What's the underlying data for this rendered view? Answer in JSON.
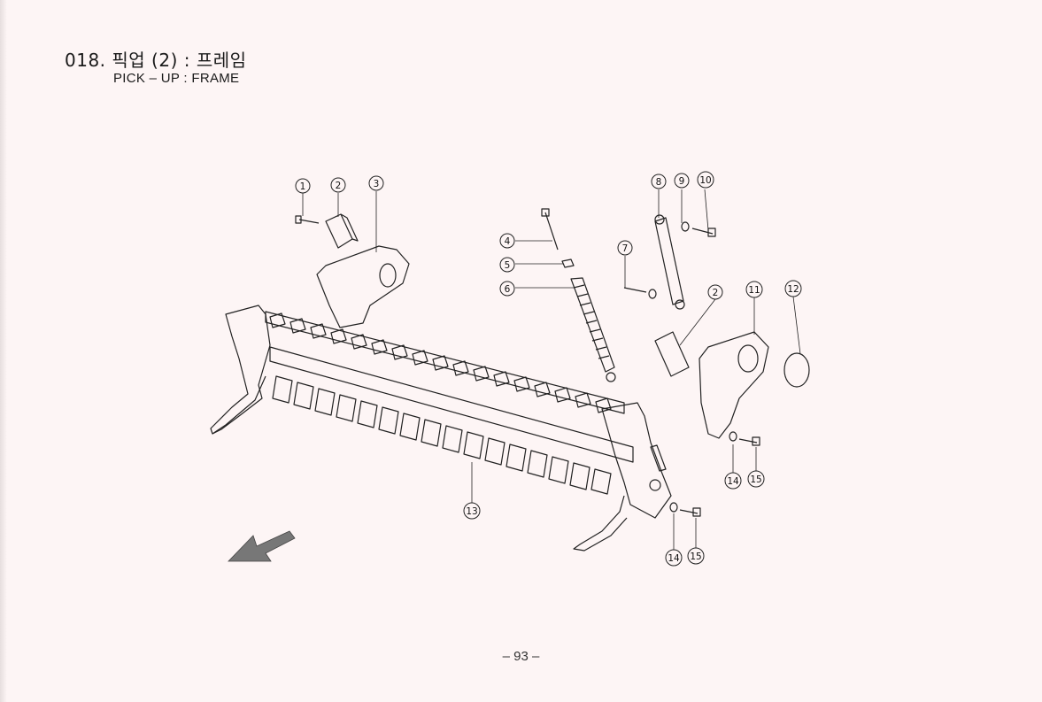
{
  "header": {
    "title_ko": "018. 픽업 (2) : 프레임",
    "title_en": "PICK – UP : FRAME"
  },
  "callouts": [
    "1",
    "2",
    "3",
    "4",
    "5",
    "6",
    "7",
    "8",
    "9",
    "10",
    "2",
    "11",
    "12",
    "13",
    "14",
    "15",
    "14",
    "15"
  ],
  "footer": {
    "page_number": "– 93 –"
  }
}
